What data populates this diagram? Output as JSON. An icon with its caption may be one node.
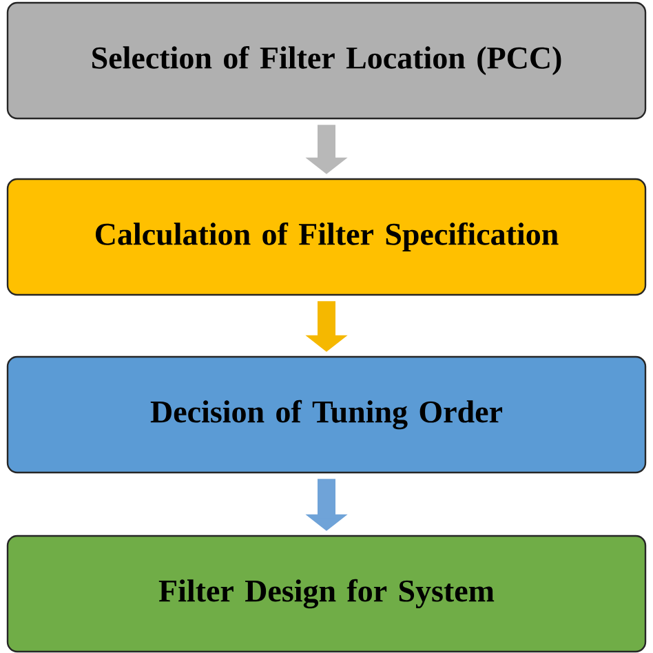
{
  "diagram": {
    "nodes": [
      {
        "text": [
          "Selection of Filter Location (PCC)"
        ]
      },
      {
        "text": [
          "Calculation of Filter Specification"
        ]
      },
      {
        "text": [
          "Decision of Tuning Order"
        ]
      },
      {
        "text": [
          "Filter Design for System"
        ]
      }
    ],
    "edges": [
      {
        "from": 0,
        "to": 1,
        "arrow": "to",
        "color": "#b8b8b8"
      },
      {
        "from": 1,
        "to": 2,
        "arrow": "to",
        "color": "#f5b800"
      },
      {
        "from": 2,
        "to": 3,
        "arrow": "to",
        "color": "#6fa3d8"
      }
    ]
  }
}
